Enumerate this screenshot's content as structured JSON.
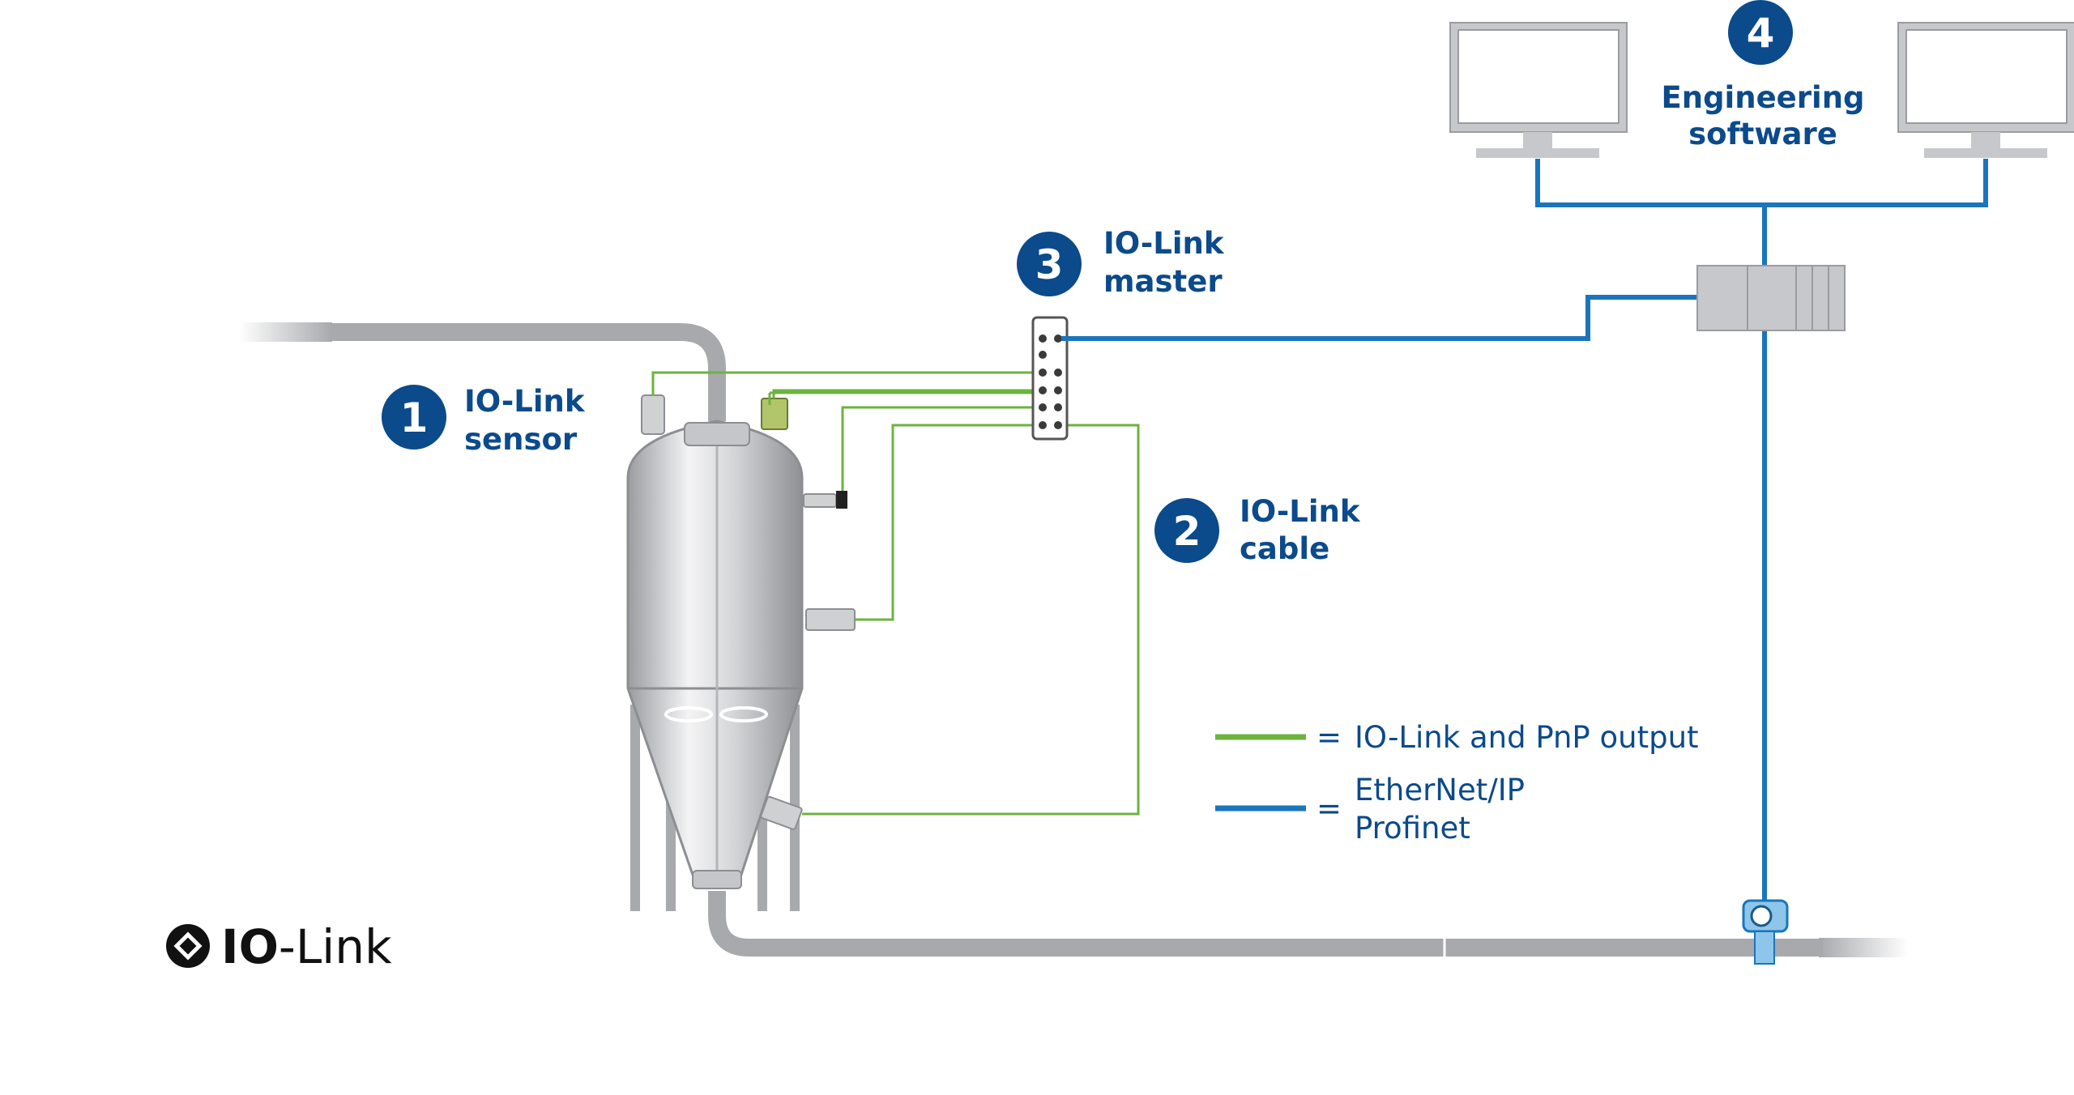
{
  "callouts": [
    {
      "number": "1",
      "line1": "IO-Link",
      "line2": "sensor"
    },
    {
      "number": "2",
      "line1": "IO-Link",
      "line2": "cable"
    },
    {
      "number": "3",
      "line1": "IO-Link",
      "line2": "master"
    },
    {
      "number": "4",
      "line1": "Engineering",
      "line2": "software"
    }
  ],
  "legend": {
    "green_eq": "=",
    "green_label": "IO-Link and PnP output",
    "blue_eq": "=",
    "blue_line1": "EtherNet/IP",
    "blue_line2": "Profinet"
  },
  "logo": {
    "bold": "IO",
    "rest": "-Link"
  },
  "colors": {
    "io_link_cable": "#6db33f",
    "ethernet": "#1a75bc",
    "label_blue": "#0b4a8b",
    "pipe_gray": "#a7a9ac"
  }
}
